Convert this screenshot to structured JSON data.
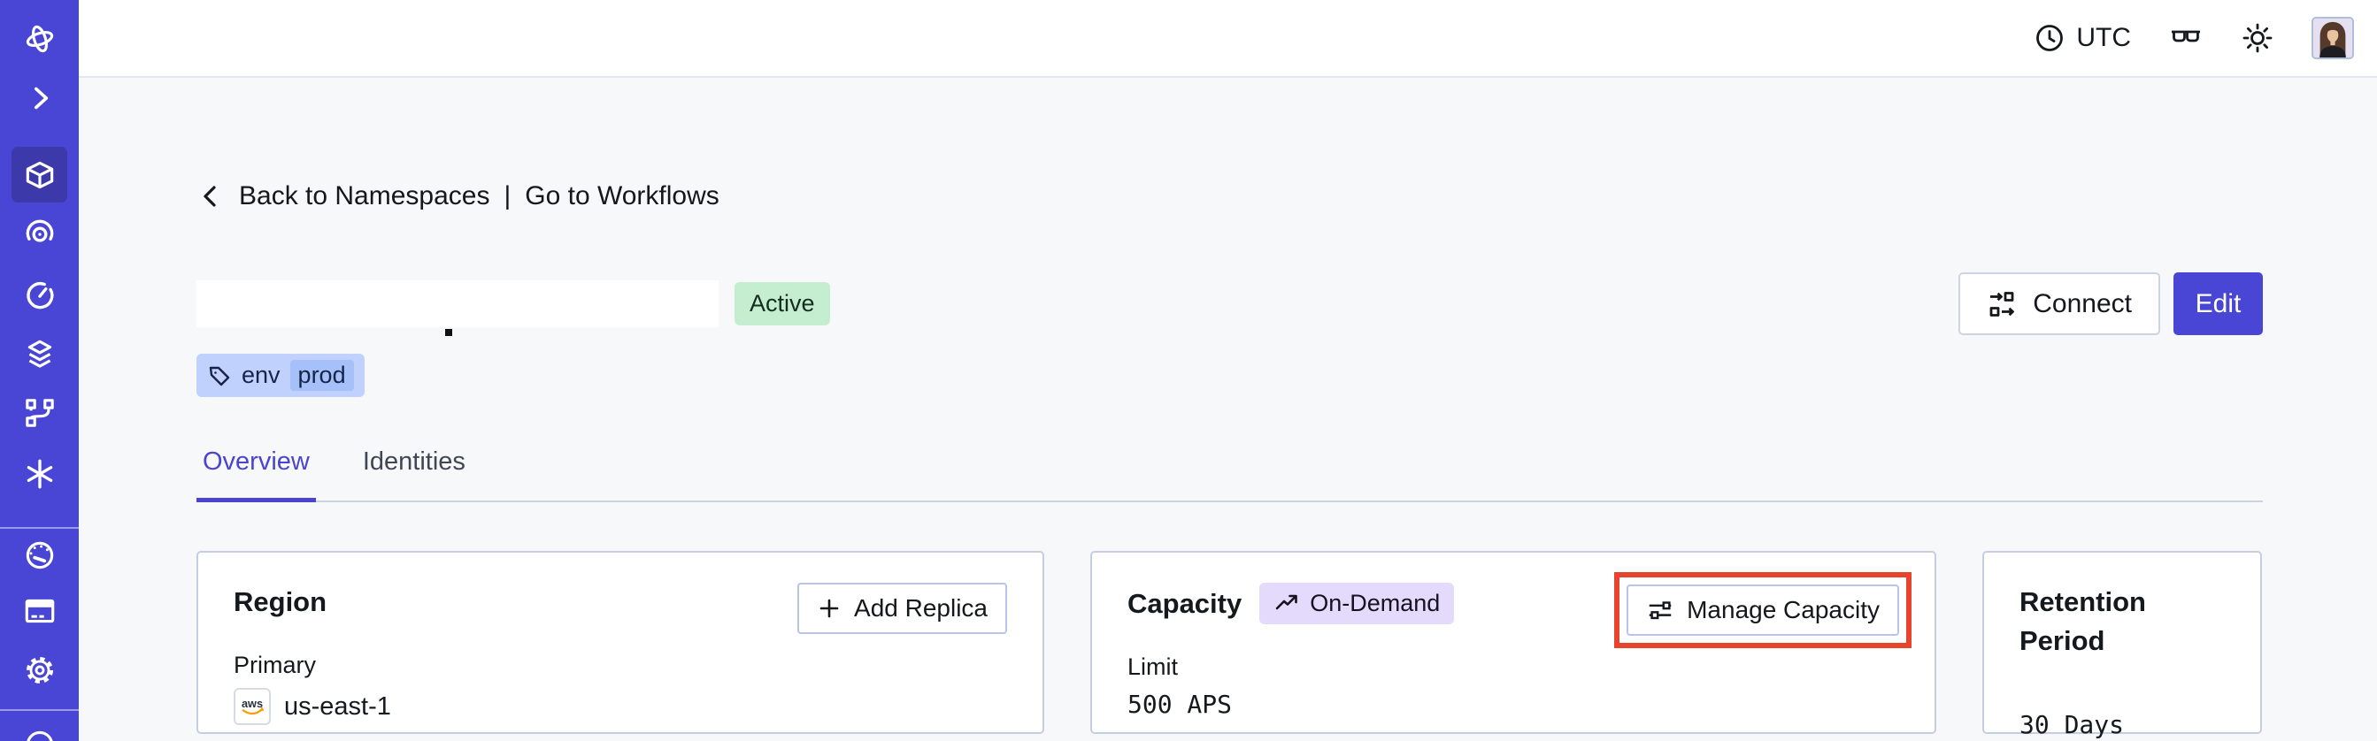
{
  "colors": {
    "sidebar": "#4a46d5",
    "sidebar_active_item": "#3c39ab",
    "accent_indigo": "#4a46d5",
    "annotation_red": "#e8432c",
    "status_active_green_bg": "#c5edd0",
    "tag_blue_bg": "#bfd1fc",
    "on_demand_lavender_bg": "#e4dbfc",
    "page_bg": "#f7f8fa",
    "card_border": "#c5cee1"
  },
  "sidebar": {
    "icons": [
      "temporal-logo",
      "expand-chevron",
      "namespaces-cube (active)",
      "nexus-spiral",
      "history-clock",
      "layers",
      "workflow-branch",
      "asterisk",
      "usage-gauge",
      "billing-card",
      "settings-gear",
      "partial-circle-cut"
    ]
  },
  "topbar": {
    "timezone": "UTC",
    "icons": [
      "clock",
      "reader-glasses",
      "brightness-sun",
      "avatar"
    ]
  },
  "breadcrumb": {
    "back_label": "Back to Namespaces",
    "separator": "|",
    "workflows_label": "Go to Workflows"
  },
  "header": {
    "status_badge": "Active",
    "tag_key": "env",
    "tag_value": "prod",
    "connect_label": "Connect",
    "edit_label": "Edit"
  },
  "tabs": [
    {
      "label": "Overview",
      "active": true
    },
    {
      "label": "Identities",
      "active": false
    }
  ],
  "cards": {
    "region": {
      "title": "Region",
      "add_replica_label": "Add Replica",
      "primary_label": "Primary",
      "provider": "aws",
      "value": "us-east-1"
    },
    "capacity": {
      "title": "Capacity",
      "mode_badge": "On-Demand",
      "manage_label": "Manage Capacity",
      "limit_label": "Limit",
      "limit_value": "500 APS"
    },
    "retention": {
      "title": "Retention Period",
      "value": "30 Days"
    }
  }
}
